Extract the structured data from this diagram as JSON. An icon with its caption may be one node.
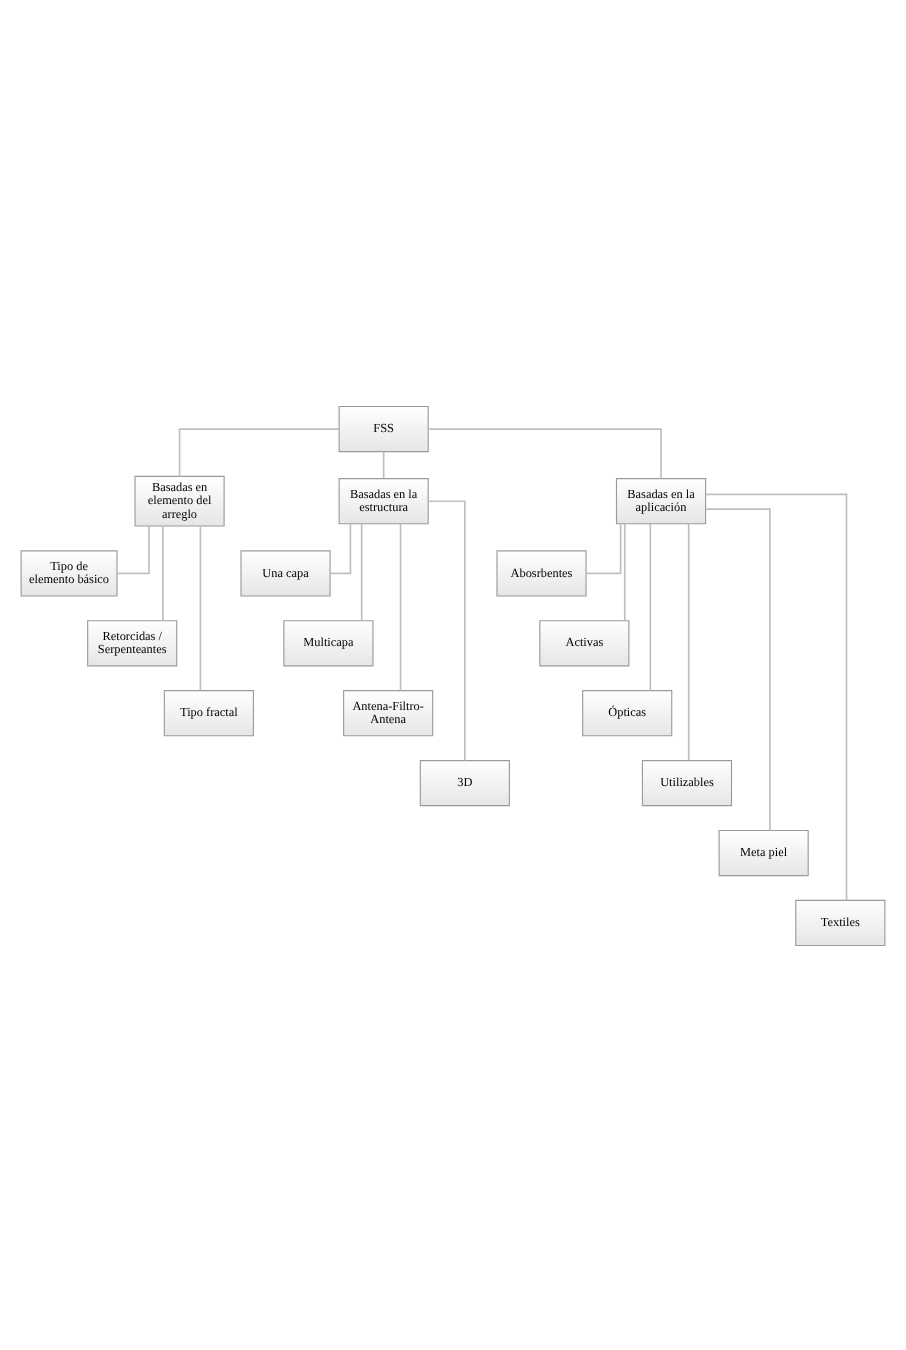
{
  "diagram": {
    "nodes": [
      {
        "text": [
          "FSS"
        ]
      },
      {
        "text": [
          "Basadas en elemento del arreglo"
        ]
      },
      {
        "text": [
          "Tipo de elemento básico"
        ]
      },
      {
        "text": [
          "Retorcidas / Serpenteantes"
        ]
      },
      {
        "text": [
          "Tipo fractal"
        ]
      },
      {
        "text": [
          "Basadas en la estructura"
        ]
      },
      {
        "text": [
          "Una capa"
        ]
      },
      {
        "text": [
          "Multicapa"
        ]
      },
      {
        "text": [
          "Antena-Filtro-Antena"
        ]
      },
      {
        "text": [
          "3D"
        ]
      },
      {
        "text": [
          "Basadas en la aplicación"
        ]
      },
      {
        "text": [
          "Abosrbentes"
        ]
      },
      {
        "text": [
          "Activas"
        ]
      },
      {
        "text": [
          "Ópticas"
        ]
      },
      {
        "text": [
          "Utilizables"
        ]
      },
      {
        "text": [
          "Meta piel"
        ]
      },
      {
        "text": [
          "Textiles"
        ]
      }
    ],
    "edges": [
      {
        "from": 0,
        "to": 1,
        "arrow": "none"
      },
      {
        "from": 0,
        "to": 5,
        "arrow": "none"
      },
      {
        "from": 0,
        "to": 10,
        "arrow": "none"
      },
      {
        "from": 1,
        "to": 2,
        "arrow": "none"
      },
      {
        "from": 1,
        "to": 3,
        "arrow": "none"
      },
      {
        "from": 1,
        "to": 4,
        "arrow": "none"
      },
      {
        "from": 5,
        "to": 6,
        "arrow": "none"
      },
      {
        "from": 5,
        "to": 7,
        "arrow": "none"
      },
      {
        "from": 5,
        "to": 8,
        "arrow": "none"
      },
      {
        "from": 5,
        "to": 9,
        "arrow": "none"
      },
      {
        "from": 10,
        "to": 11,
        "arrow": "none"
      },
      {
        "from": 10,
        "to": 12,
        "arrow": "none"
      },
      {
        "from": 10,
        "to": 13,
        "arrow": "none"
      },
      {
        "from": 10,
        "to": 14,
        "arrow": "none"
      },
      {
        "from": 10,
        "to": 15,
        "arrow": "none"
      },
      {
        "from": 10,
        "to": 16,
        "arrow": "none"
      }
    ]
  }
}
